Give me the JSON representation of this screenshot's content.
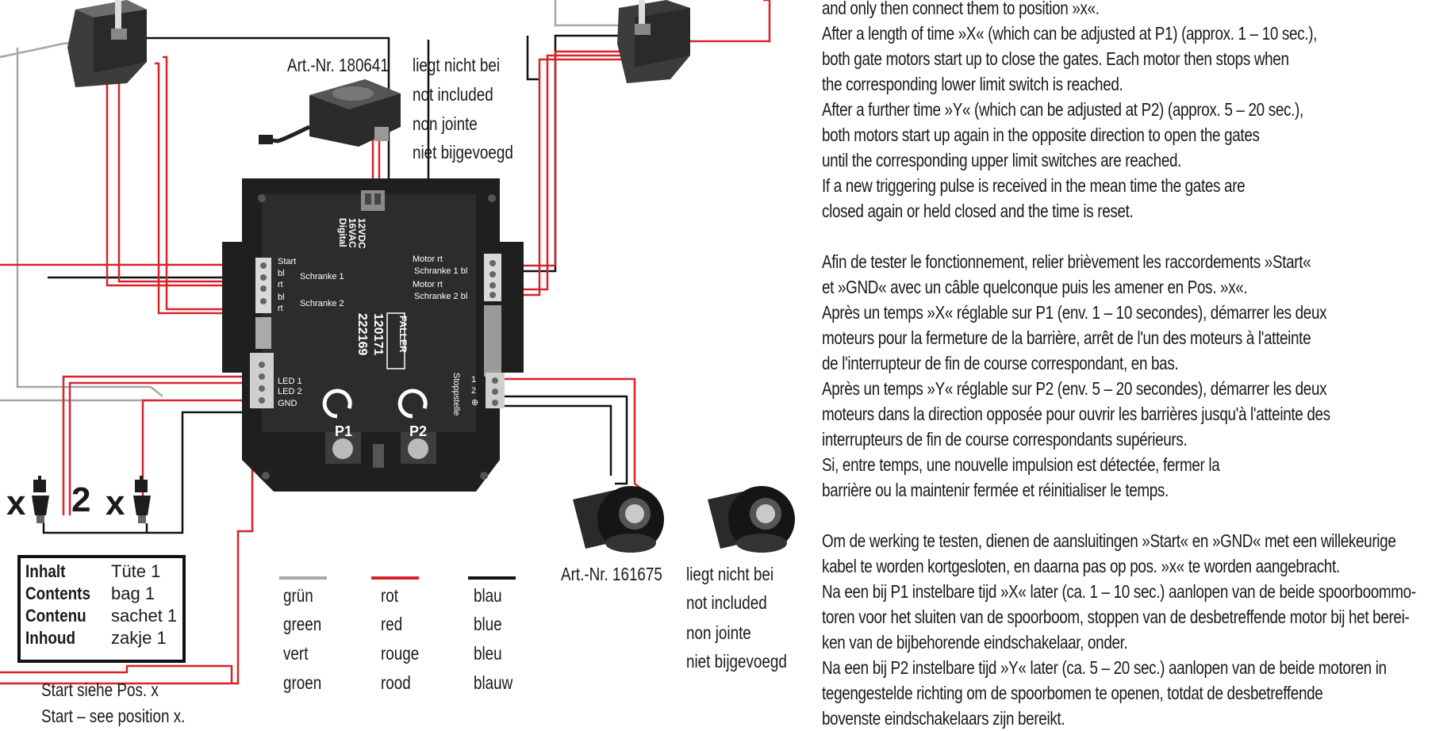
{
  "kit_part": {
    "art_no": "Art.-Nr. 180641",
    "not_included": [
      "liegt nicht bei",
      "not included",
      "non jointe",
      "niet bijgevoegd"
    ]
  },
  "motor_part": {
    "art_no": "Art.-Nr. 161675",
    "not_included": [
      "liegt nicht bei",
      "not included",
      "non jointe",
      "niet bijgevoegd"
    ]
  },
  "module": {
    "brand": "FALLER",
    "numbers": [
      "120171",
      "222169"
    ],
    "power_label": [
      "12VDC",
      "16VAC",
      "Digital"
    ],
    "left_terminals": [
      "Start",
      "bl",
      "Schranke 1",
      "rt",
      "bl",
      "Schranke 2",
      "rt"
    ],
    "right_terminals": [
      "Motor rt",
      "Schranke 1 bl",
      "Motor rt",
      "Schranke 2 bl"
    ],
    "led_terminals": [
      "LED 1",
      "LED 2",
      "GND"
    ],
    "stop_terminals": [
      "1",
      "2",
      "⊕"
    ],
    "stop_label": "Stoppstelle",
    "pots": [
      "P1",
      "P2"
    ]
  },
  "multiplier": {
    "left": "x",
    "count": "2",
    "right": "x"
  },
  "contents_box": [
    {
      "label": "Inhalt",
      "value": "Tüte 1"
    },
    {
      "label": "Contents",
      "value": "bag 1"
    },
    {
      "label": "Contenu",
      "value": "sachet 1"
    },
    {
      "label": "Inhoud",
      "value": "zakje 1"
    }
  ],
  "start_note": [
    "Start siehe Pos. x",
    "Start – see position x."
  ],
  "color_legend": [
    {
      "color": "#a6a6a6",
      "names": [
        "grün",
        "green",
        "vert",
        "groen"
      ]
    },
    {
      "color": "#d8232a",
      "names": [
        "rot",
        "red",
        "rouge",
        "rood"
      ]
    },
    {
      "color": "#111111",
      "names": [
        "blau",
        "blue",
        "bleu",
        "blauw"
      ]
    }
  ],
  "wire_colors": {
    "red": "#d8232a",
    "black": "#111111",
    "grey": "#a6a6a6"
  },
  "instructions": {
    "english": [
      "and only then connect them to position »x«.",
      "After a length of time »X« (which can be adjusted at P1) (approx. 1 – 10 sec.),",
      "both gate motors start up to close the gates. Each motor then stops when",
      "the corresponding lower limit switch is reached.",
      "After a further time »Y« (which can be adjusted at P2) (approx. 5 –  20 sec.),",
      "both motors start up again in the opposite direction to open the gates",
      "until the corresponding upper limit switches are reached.",
      "If a new triggering pulse is received in the mean time the gates are",
      "closed again or held closed and the time is reset."
    ],
    "french": [
      "Afin de tester le fonctionnement, relier brièvement les raccordements »Start«",
      "et »GND« avec un câble quelconque puis les amener en Pos. »x«.",
      "Après un temps »X« réglable sur P1 (env. 1 – 10 secondes), démarrer les deux",
      "moteurs pour la fermeture de la barrière, arrêt de l'un des moteurs à l'atteinte",
      "de l'interrupteur de fin de course correspondant, en bas.",
      "Après un temps »Y« réglable sur P2 (env. 5 – 20 secondes), démarrer les deux",
      "moteurs dans la direction opposée pour ouvrir les barrières jusqu'à l'atteinte des",
      "interrupteurs de fin de course correspondants supérieurs.",
      "Si, entre temps, une nouvelle impulsion est détectée, fermer la",
      "barrière ou la maintenir fermée et réinitialiser le temps."
    ],
    "dutch": [
      "Om de werking te testen, dienen de aansluitingen »Start« en »GND« met een willekeurige",
      "kabel te worden kortgesloten, en daarna pas op pos. »x« te worden aangebracht.",
      "Na een bij P1 instelbare tijd »X« later (ca. 1 – 10 sec.) aanlopen van de beide spoorboommo-",
      "toren voor het sluiten van de spoorboom, stoppen van de desbetreffende motor bij het berei-",
      "ken van de bijbehorende eindschakelaar, onder.",
      "Na een bij P2 instelbare tijd »Y« later (ca. 5 – 20 sec.) aanlopen van de beide motoren in",
      "tegengestelde richting om de spoorbomen te openen, totdat de desbetreffende",
      "bovenste eindschakelaars zijn bereikt."
    ]
  }
}
